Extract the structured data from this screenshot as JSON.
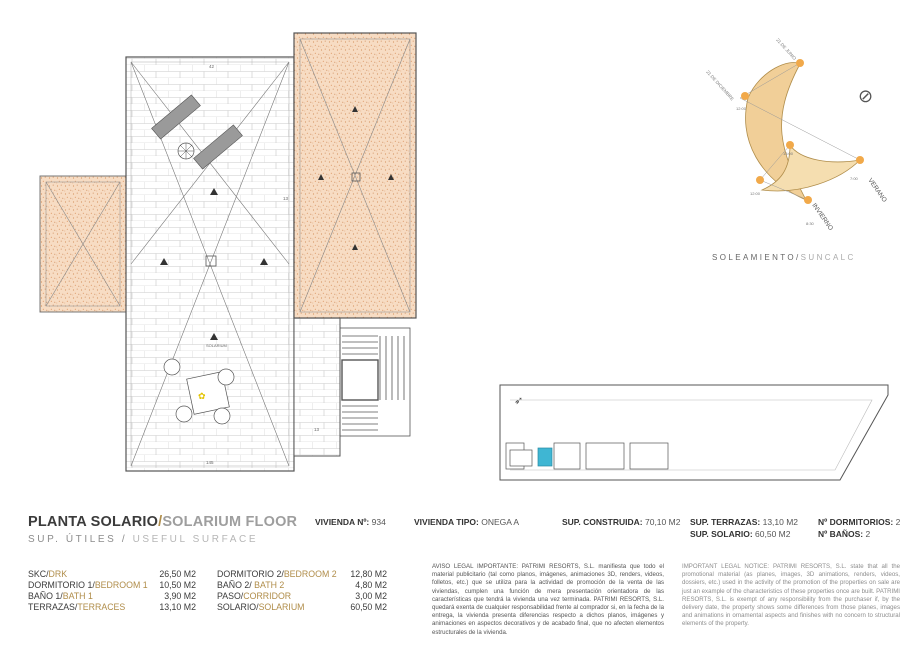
{
  "plan": {
    "room_label": "SOLARIUM",
    "dim_top": "42",
    "dim_bottom": "145",
    "dim_right": "13",
    "dim_side": "13"
  },
  "sun": {
    "label_es": "SOLEAMIENTO",
    "label_sep": "/",
    "label_en": "SUNCALC",
    "summer": "VERANO",
    "winter": "INVIERNO",
    "june": "21 DE JUNIO",
    "december": "21 DE DICIEMBRE",
    "time_a": "13:00",
    "time_b": "7:00",
    "time_c": "12:00",
    "time_d": "8:30",
    "time_e": "12:00"
  },
  "title": {
    "es": "PLANTA SOLARIO",
    "sep": "/",
    "en": "SOLARIUM FLOOR"
  },
  "subtitle": {
    "es": "SUP. ÚTILES",
    "sep": " / ",
    "en": "USEFUL SURFACE"
  },
  "meta": {
    "vivienda_label": "VIVIENDA Nº:",
    "vivienda_value": "934",
    "tipo_label": "VIVIENDA TIPO:",
    "tipo_value": "ONEGA A",
    "construida_label": "SUP. CONSTRUIDA:",
    "construida_value": "70,10 M2",
    "terrazas_label": "SUP. TERRAZAS:",
    "terrazas_value": "13,10 M2",
    "solario_label": "SUP. SOLARIO:",
    "solario_value": "60,50 M2",
    "dorm_label": "Nº DORMITORIOS:",
    "dorm_value": "2",
    "banos_label": "Nº BAÑOS:",
    "banos_value": "2"
  },
  "surfaces_left": [
    {
      "es": "SKC/",
      "en": "DRK",
      "value": "26,50 M2"
    },
    {
      "es": "DORMITORIO 1/",
      "en": "BEDROOM 1",
      "value": "10,50 M2"
    },
    {
      "es": "BAÑO 1/",
      "en": "BATH 1",
      "value": "3,90 M2"
    },
    {
      "es": "TERRAZAS/",
      "en": "TERRACES",
      "value": "13,10 M2"
    }
  ],
  "surfaces_right": [
    {
      "es": "DORMITORIO 2/",
      "en": "BEDROOM 2",
      "value": "12,80 M2"
    },
    {
      "es": "BAÑO 2/ ",
      "en": "BATH 2",
      "value": "4,80 M2"
    },
    {
      "es": "PASO/",
      "en": "CORRIDOR",
      "value": "3,00 M2"
    },
    {
      "es": "SOLARIO/",
      "en": "SOLARIUM",
      "value": "60,50 M2"
    }
  ],
  "legal_es": "AVISO LEGAL IMPORTANTE: PATRIMI RESORTS, S.L. manifiesta que todo el material publicitario (tal como planos, imágenes, animaciones 3D, renders, videos, folletos, etc.) que se utiliza para la actividad de promoción de la venta de las viviendas, cumplen una función de mera presentación orientadora de las características que tendrá la vivienda una vez terminada. PATRIMI RESORTS, S.L. quedará exenta de cualquier responsabilidad frente al comprador si, en la fecha de la entrega, la vivienda presenta diferencias respecto a dichos planos, imágenes y animaciones en aspectos decorativos y de acabado final, que no afecten elementos estructurales de la vivienda.",
  "legal_en": "IMPORTANT LEGAL NOTICE: PATRIMI RESORTS, S.L. state that all the promotional material (as planes, images, 3D animations, renders, videos, dossiers, etc.) used in the activity of the promotion of the properties on sale are just an example of the characteristics of these properties once are built. PATRIMI RESORTS, S.L. is exempt of any responsibility from the purchaser if, by the delivery date, the property shows some differences from those planes, images and animations in ornamental aspects and finishes with no concern to structural elements of the property.",
  "colors": {
    "accent": "#b08d4a",
    "terracotta": "#e8b98e",
    "highlight": "#3fb6d3"
  }
}
